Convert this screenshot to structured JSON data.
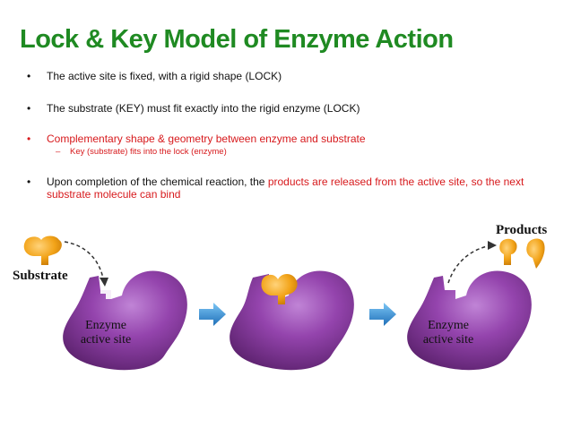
{
  "title": "Lock & Key Model of Enzyme Action",
  "bullets": [
    {
      "text": "The active site is fixed, with a rigid shape (LOCK)"
    },
    {
      "text": "The substrate (KEY) must fit exactly into the rigid enzyme (LOCK)"
    },
    {
      "text": "Complementary shape & geometry between enzyme and substrate"
    },
    {
      "sub": "Key (substrate) fits into the lock (enzyme)"
    },
    {
      "text_black": "Upon completion of the chemical reaction, the ",
      "text_red": "products are released from the active site, so the next",
      "text_red2": "substrate molecule can bind"
    }
  ],
  "diagram": {
    "substrate_label": "Substrate",
    "products_label": "Products",
    "enzyme_label_1_line1": "Enzyme",
    "enzyme_label_1_line2": "active site",
    "enzyme_label_3_line1": "Enzyme",
    "enzyme_label_3_line2": "active site",
    "colors": {
      "enzyme": "#8e3fa6",
      "enzyme_dark": "#6a2a80",
      "substrate": "#f2a318",
      "arrow": "#2f8fd8"
    }
  }
}
